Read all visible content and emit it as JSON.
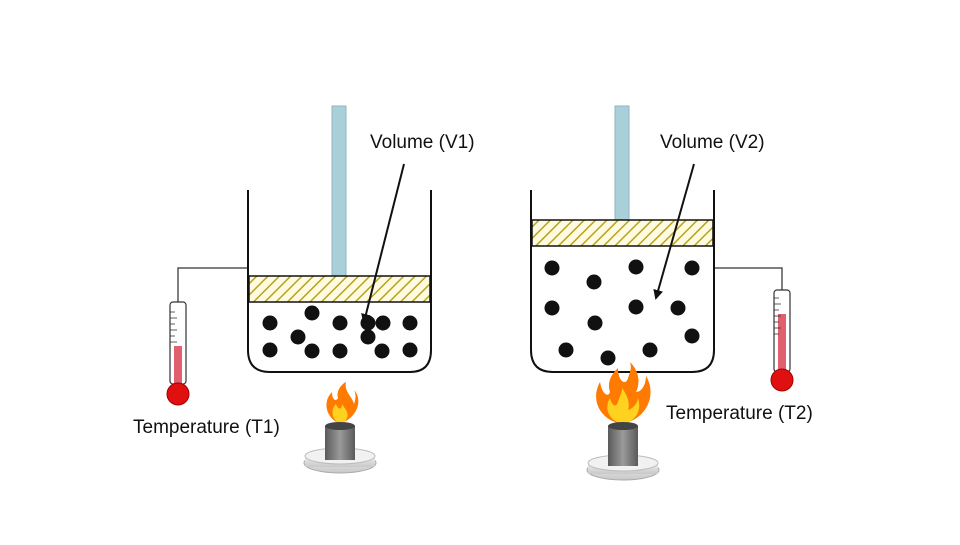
{
  "setups": [
    {
      "volume_label": "Volume (V1)",
      "temperature_label": "Temperature (T1)",
      "flame": "small"
    },
    {
      "volume_label": "Volume (V2)",
      "temperature_label": "Temperature (T2)",
      "flame": "large"
    }
  ],
  "colors": {
    "piston_rod": "#a9cfd8",
    "piston_stripe": "#b8a21e",
    "piston_fill": "#fffbe0",
    "particle": "#111111",
    "thermometer_liquid": "#e06070",
    "thermometer_bulb": "#e01010",
    "flame_outer": "#ff7a00",
    "flame_inner": "#ffd21f",
    "burner_body": "#7e7e7e",
    "burner_base": "#e2e2e2"
  }
}
